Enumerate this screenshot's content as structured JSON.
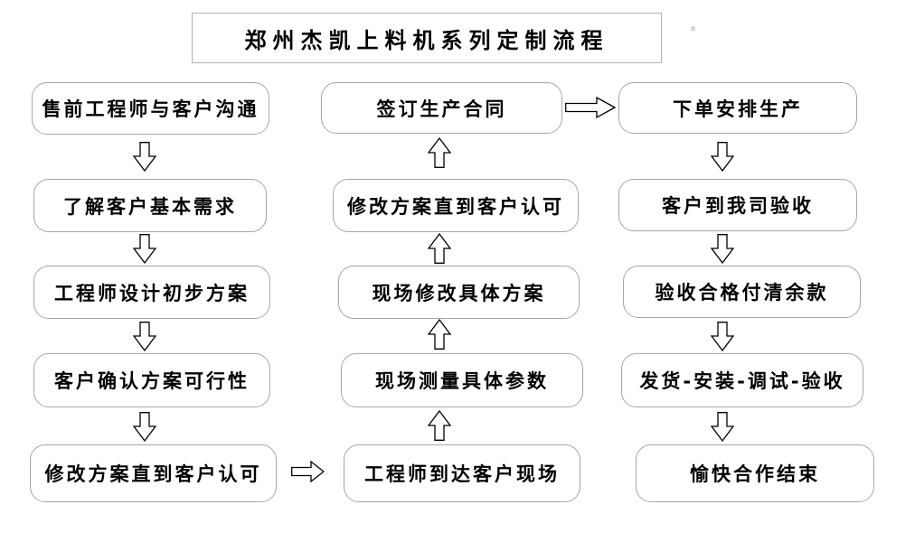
{
  "title": {
    "text": "郑州杰凯上料机系列定制流程"
  },
  "columns": {
    "left": {
      "flow": "down",
      "boxes": [
        "售前工程师与客户沟通",
        "了解客户基本需求",
        "工程师设计初步方案",
        "客户确认方案可行性",
        "修改方案直到客户认可"
      ]
    },
    "middle": {
      "flow": "up",
      "boxes": [
        "签订生产合同",
        "修改方案直到客户认可",
        "现场修改具体方案",
        "现场测量具体参数",
        "工程师到达客户现场"
      ]
    },
    "right": {
      "flow": "down",
      "boxes": [
        "下单安排生产",
        "客户到我司验收",
        "验收合格付清余款",
        "发货-安装-调试-验收",
        "愉快合作结束"
      ]
    }
  },
  "connectors": [
    {
      "from": "left-5",
      "to": "middle-5",
      "direction": "right"
    },
    {
      "from": "middle-1",
      "to": "right-1",
      "direction": "right"
    }
  ],
  "colors": {
    "background": "#ffffff",
    "box_border": "#a6a6a6",
    "title_border": "#b3b3b3",
    "text": "#000000",
    "arrow_fill": "#ffffff",
    "arrow_outline": "#000000"
  }
}
